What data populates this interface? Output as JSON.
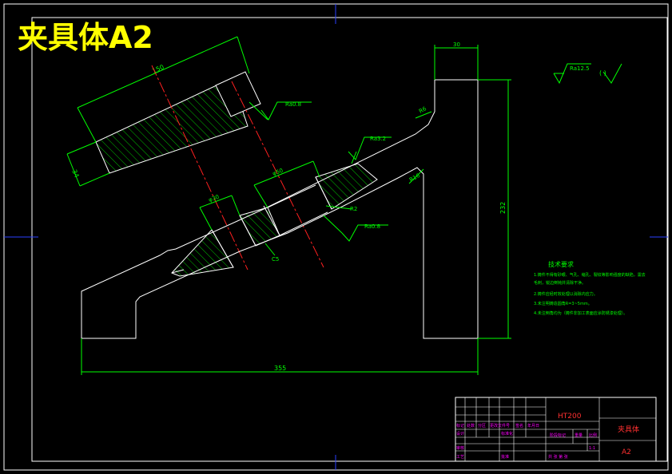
{
  "title": "夹具体A2",
  "dimensions": {
    "len_150": "150",
    "len_34": "34",
    "len_30": "30",
    "len_232": "232",
    "len_355": "355",
    "dia_50": "φ50",
    "dia_30": "φ30"
  },
  "roughness": {
    "ra08_a": "Ra0.8",
    "ra08_b": "Ra0.8",
    "ra32": "Ra3.2",
    "ra125": "Ra12.5",
    "paren": "(    )"
  },
  "callouts": {
    "r6": "R6",
    "r16": "R16",
    "r2": "R2",
    "c5": "C5"
  },
  "tech": {
    "heading": "技术要求",
    "items": [
      "1.铸件不得有砂眼、气孔、缩孔、裂纹等影响强度的缺陷，需去",
      "  毛刺，锐边倒钝并清除干净。",
      "2.铸件应经时效处理以消除内应力。",
      "3.未注明铸造圆角R=3~5mm。",
      "4.未注倒角均为（铸件非加工表面应涂防锈漆处理）。"
    ]
  },
  "title_block": {
    "material": "HT200",
    "part_name": "夹具体",
    "drawing_size": "A2",
    "cells": {
      "r1": [
        "标记",
        "处数",
        "分区",
        "更改文件号",
        "签名",
        "年月日"
      ],
      "r2": [
        "设计",
        "",
        "",
        "标准化",
        "",
        "阶段标记",
        "重量",
        "比例"
      ],
      "r3": [
        "审核",
        "",
        "",
        "",
        "",
        "",
        "",
        "1:1"
      ],
      "r4": [
        "工艺",
        "",
        "",
        "批准",
        "",
        "共    张  第    张"
      ]
    }
  },
  "colors": {
    "outline": "#ffffff",
    "dim": "#00ff00",
    "center": "#ff2020",
    "hatch": "#00c000",
    "title_text": "#ffff00",
    "frame": "#2a40ff",
    "magenta": "#ff00ff",
    "red": "#ff3030"
  }
}
